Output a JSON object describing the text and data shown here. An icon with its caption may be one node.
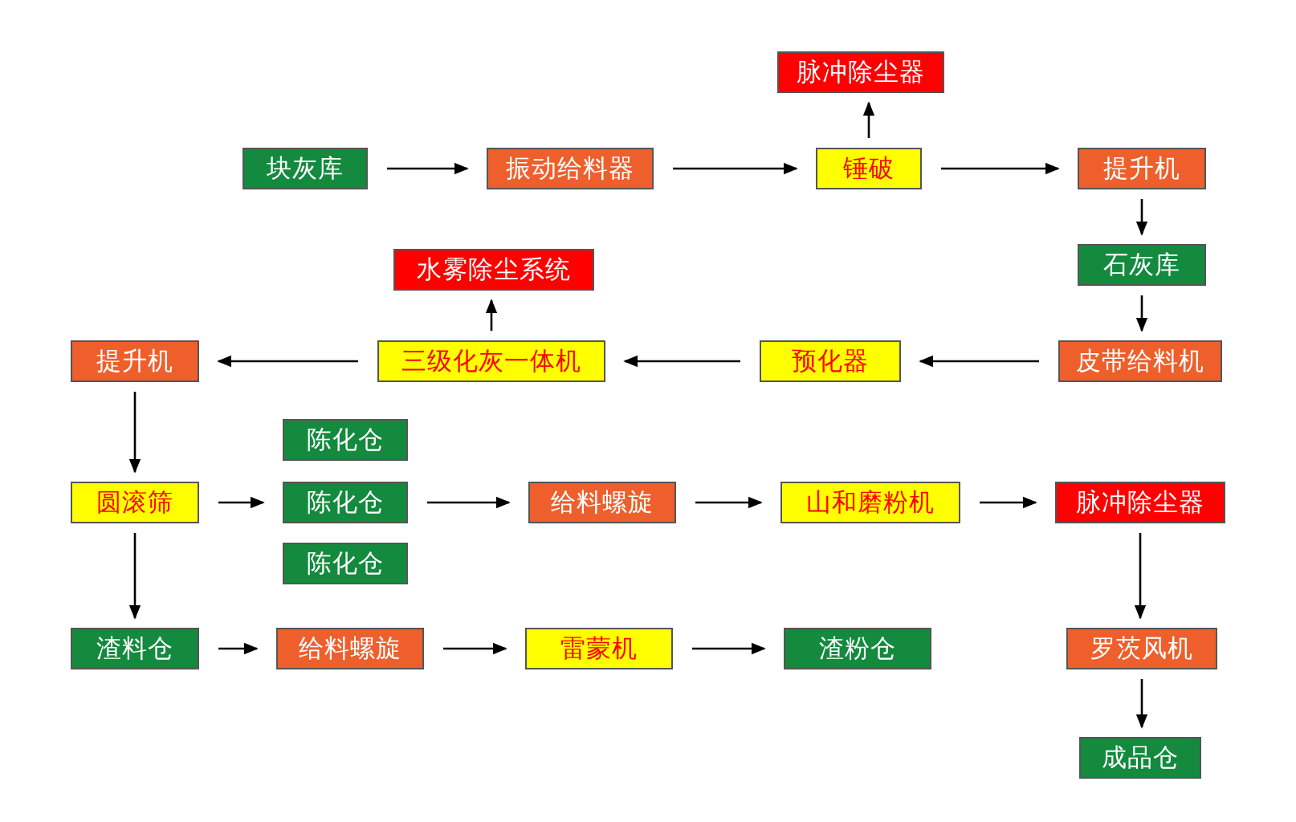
{
  "diagram": {
    "nodes": [
      {
        "text": [
          "块灰库"
        ]
      },
      {
        "text": [
          "振动给料器"
        ]
      },
      {
        "text": [
          "锤破"
        ]
      },
      {
        "text": [
          "脉冲除尘器"
        ]
      },
      {
        "text": [
          "提升机"
        ]
      },
      {
        "text": [
          "石灰库"
        ]
      },
      {
        "text": [
          "皮带给料机"
        ]
      },
      {
        "text": [
          "预化器"
        ]
      },
      {
        "text": [
          "三级化灰一体机"
        ]
      },
      {
        "text": [
          "水雾除尘系统"
        ]
      },
      {
        "text": [
          "提升机"
        ]
      },
      {
        "text": [
          "圆滚筛"
        ]
      },
      {
        "text": [
          "陈化仓"
        ]
      },
      {
        "text": [
          "陈化仓"
        ]
      },
      {
        "text": [
          "陈化仓"
        ]
      },
      {
        "text": [
          "给料螺旋"
        ]
      },
      {
        "text": [
          "山和磨粉机"
        ]
      },
      {
        "text": [
          "脉冲除尘器"
        ]
      },
      {
        "text": [
          "渣料仓"
        ]
      },
      {
        "text": [
          "给料螺旋"
        ]
      },
      {
        "text": [
          "雷蒙机"
        ]
      },
      {
        "text": [
          "渣粉仓"
        ]
      },
      {
        "text": [
          "罗茨风机"
        ]
      },
      {
        "text": [
          "成品仓"
        ]
      }
    ],
    "edges": [
      {
        "from": 0,
        "to": 1,
        "arrow": "to"
      },
      {
        "from": 1,
        "to": 2,
        "arrow": "to"
      },
      {
        "from": 2,
        "to": 3,
        "arrow": "to"
      },
      {
        "from": 2,
        "to": 4,
        "arrow": "to"
      },
      {
        "from": 4,
        "to": 5,
        "arrow": "to"
      },
      {
        "from": 5,
        "to": 6,
        "arrow": "to"
      },
      {
        "from": 6,
        "to": 7,
        "arrow": "to"
      },
      {
        "from": 7,
        "to": 8,
        "arrow": "to"
      },
      {
        "from": 8,
        "to": 9,
        "arrow": "to"
      },
      {
        "from": 8,
        "to": 10,
        "arrow": "to"
      },
      {
        "from": 10,
        "to": 11,
        "arrow": "to"
      },
      {
        "from": 11,
        "to": 13,
        "arrow": "to"
      },
      {
        "from": 13,
        "to": 15,
        "arrow": "to"
      },
      {
        "from": 15,
        "to": 16,
        "arrow": "to"
      },
      {
        "from": 16,
        "to": 17,
        "arrow": "to"
      },
      {
        "from": 17,
        "to": 22,
        "arrow": "to"
      },
      {
        "from": 22,
        "to": 23,
        "arrow": "to"
      },
      {
        "from": 11,
        "to": 18,
        "arrow": "to"
      },
      {
        "from": 18,
        "to": 19,
        "arrow": "to"
      },
      {
        "from": 19,
        "to": 20,
        "arrow": "to"
      },
      {
        "from": 20,
        "to": 21,
        "arrow": "to"
      }
    ]
  }
}
